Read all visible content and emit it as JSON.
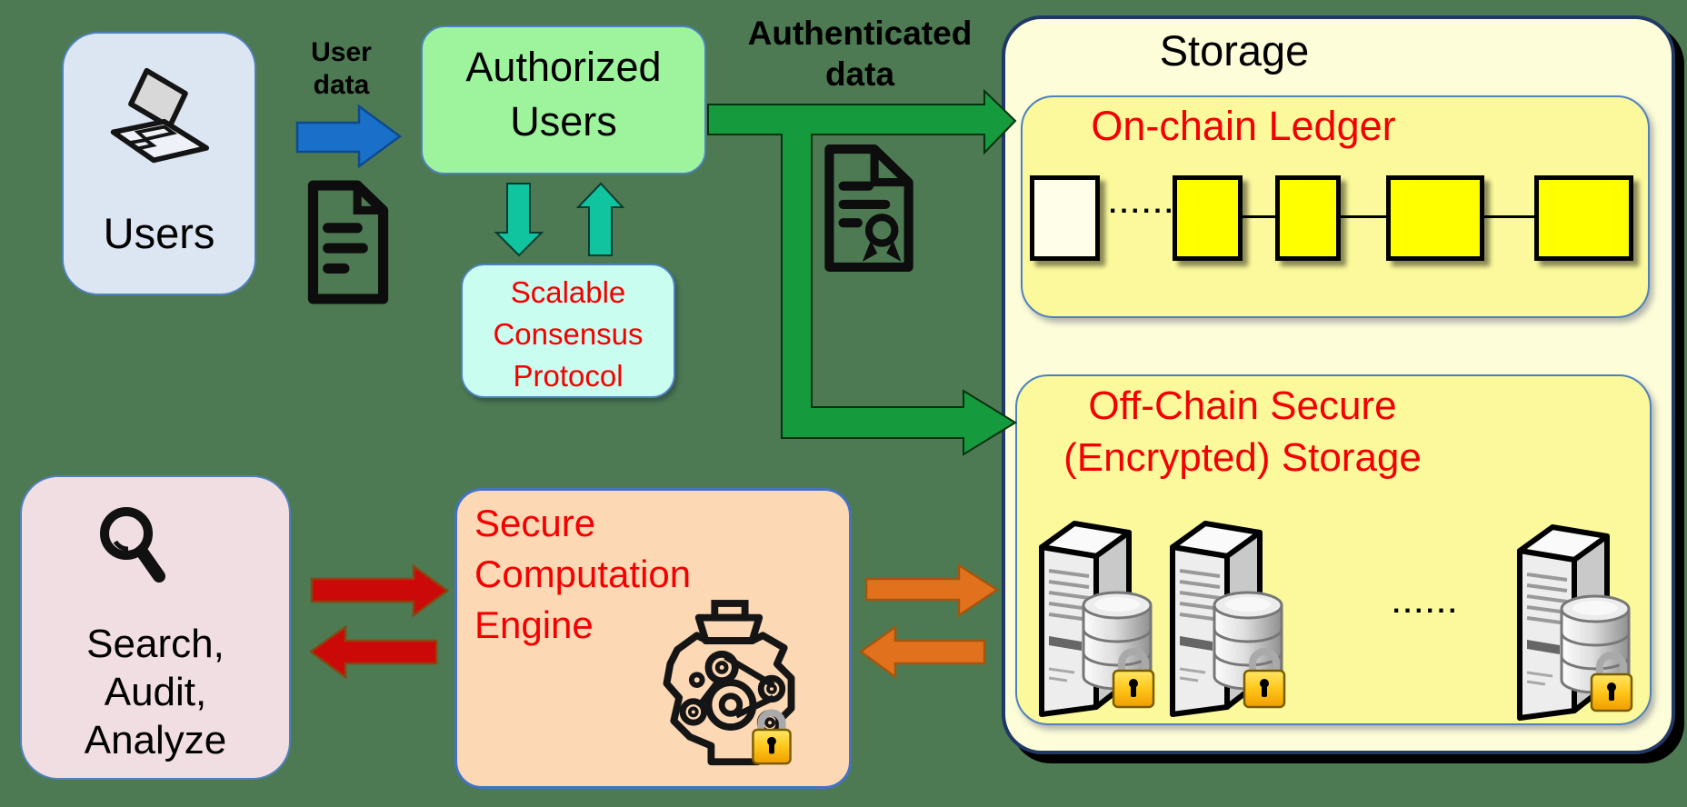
{
  "users": {
    "label": "Users"
  },
  "user_data_label": {
    "line1": "User",
    "line2": "data"
  },
  "authorized": {
    "line1": "Authorized",
    "line2": "Users"
  },
  "authenticated_label": {
    "line1": "Authenticated",
    "line2": "data"
  },
  "consensus": {
    "line1": "Scalable",
    "line2": "Consensus",
    "line3": "Protocol"
  },
  "storage": {
    "title": "Storage"
  },
  "onchain": {
    "title": "On-chain Ledger",
    "ellipsis": "......"
  },
  "offchain": {
    "line1": "Off-Chain Secure",
    "line2": "(Encrypted) Storage",
    "ellipsis": "......"
  },
  "search": {
    "line1": "Search,",
    "line2": "Audit,",
    "line3": "Analyze"
  },
  "engine": {
    "line1": "Secure",
    "line2": "Computation",
    "line3": "Engine"
  },
  "colors": {
    "background": "#4d7a52",
    "box_border_blue": "#4f81bd",
    "storage_border": "#203864",
    "red_text": "#f40000",
    "arrow_blue": "#1a70c8",
    "arrow_green": "#169a3e",
    "arrow_teal": "#10c4a0",
    "arrow_red": "#cc0909",
    "arrow_orange": "#e2711d",
    "block_yellow": "#ffff00",
    "genesis_block_fill": "#fffee9",
    "storage_fill": "#fefdd9",
    "inner_panel_fill": "#fbf99b",
    "users_fill": "#dce6f2",
    "authorized_fill": "#9df49d",
    "consensus_fill": "#c9fdf0",
    "search_fill": "#f0dee2",
    "engine_fill": "#fcd8b5",
    "lock_gold": "#ffc61a"
  }
}
